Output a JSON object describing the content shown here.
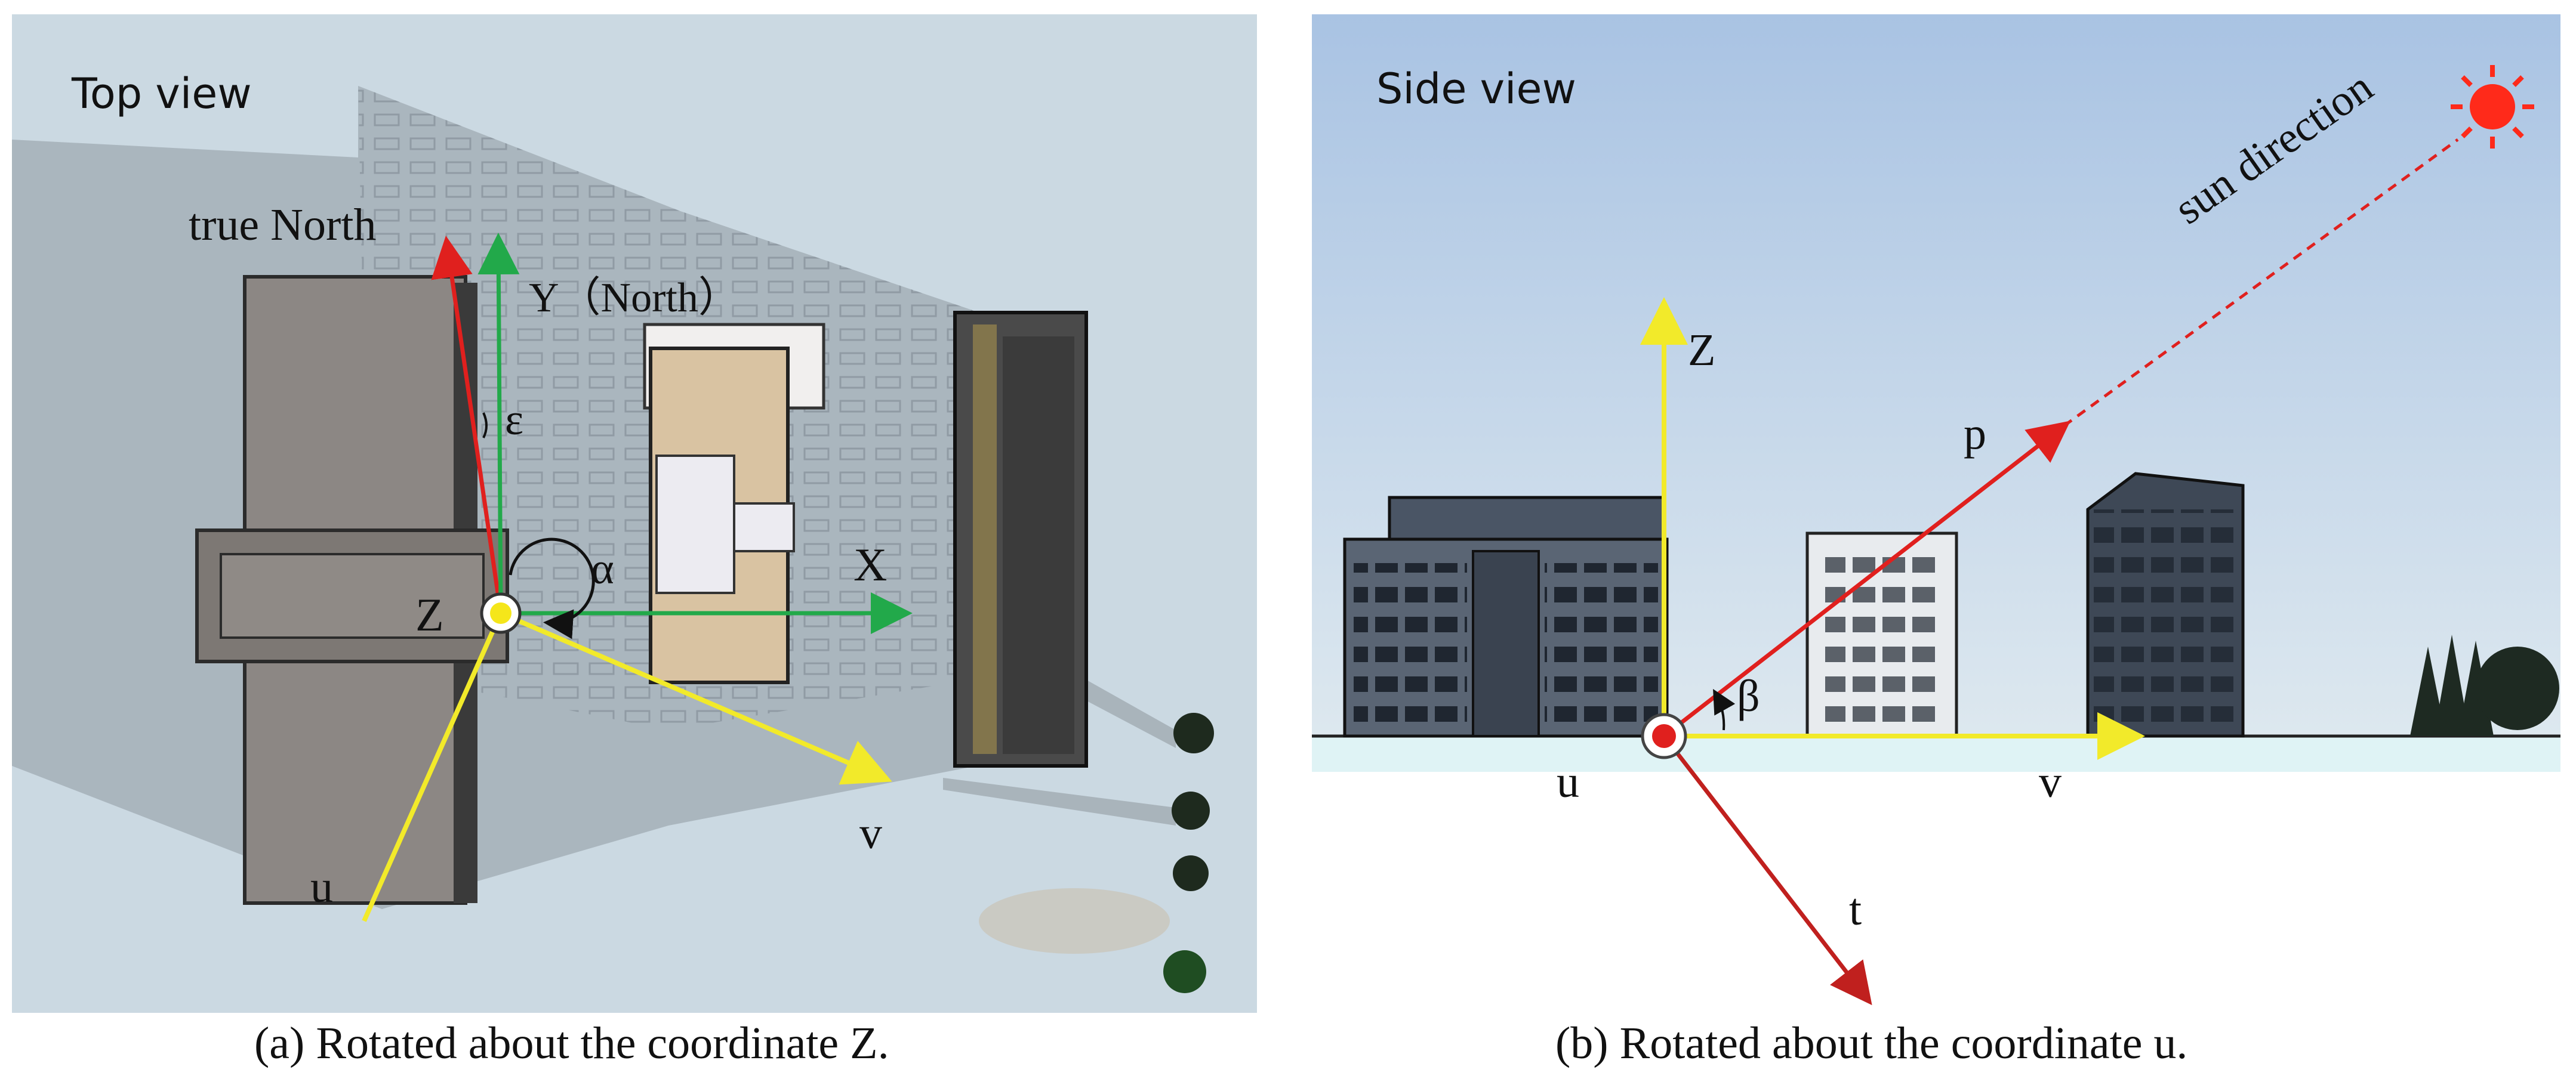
{
  "panel_a": {
    "view_title": "Top view",
    "caption": "(a) Rotated about the coordinate Z.",
    "labels": {
      "true_north": "true North",
      "y_north": "Y（North）",
      "epsilon": "ε",
      "alpha": "α",
      "x": "X",
      "z": "Z",
      "v": "v",
      "u": "u"
    }
  },
  "panel_b": {
    "view_title": "Side view",
    "caption": "(b) Rotated about the coordinate u.",
    "labels": {
      "z": "Z",
      "p": "p",
      "sun_direction": "sun direction",
      "beta": "β",
      "u": "u",
      "v": "v",
      "t": "t"
    }
  },
  "colors": {
    "red_axis": "#e0201e",
    "green_axis": "#22a94a",
    "yellow_axis": "#f2ea2a",
    "sky_top": "#a9c3e3",
    "sky_bottom": "#dde8ef",
    "ground": "#dff3f5",
    "sun": "#ff2a1a"
  }
}
